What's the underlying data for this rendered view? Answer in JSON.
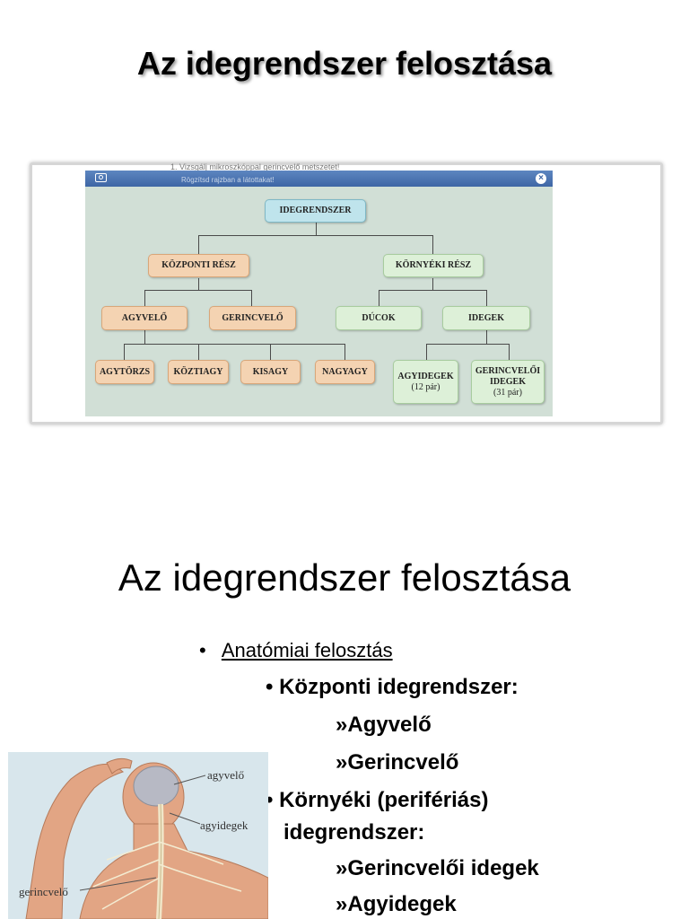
{
  "slide1": {
    "title": "Az idegrendszer felosztása"
  },
  "panel": {
    "faint_line1": "1. Vizsgálj mikroszkóppal gerincvelő metszetet!",
    "faint_line2": "Rögzítsd rajzban a látottakat!",
    "nodes": {
      "root": "IDEGRENDSZER",
      "central": "KÖZPONTI RÉSZ",
      "peripheral": "KÖRNYÉKI RÉSZ",
      "brain": "AGYVELŐ",
      "spinal_cord": "GERINCVELŐ",
      "ganglia": "DÚCOK",
      "nerves": "IDEGEK",
      "brainstem": "AGYTÖRZS",
      "diencephalon": "KÖZTIAGY",
      "cerebellum": "KISAGY",
      "cerebrum": "NAGYAGY",
      "cranial_nerves": "AGYIDEGEK",
      "cranial_nerves_count": "(12 pár)",
      "spinal_nerves_line1": "GERINCVELŐI",
      "spinal_nerves_line2": "IDEGEK",
      "spinal_nerves_count": "(31 pár)"
    },
    "colors": {
      "blue": "#bfe4ec",
      "orange": "#f4d3b2",
      "green": "#ddf0d8",
      "panel_bg": "#d1dfd6"
    }
  },
  "slide2": {
    "title": "Az idegrendszer felosztása",
    "bullet_anatomical": "Anatómiai felosztás",
    "bullet_central": "Központi idegrendszer:",
    "item_brain": "Agyvelő",
    "item_spinal": "Gerincvelő",
    "bullet_peripheral_line1": "Környéki (perifériás)",
    "bullet_peripheral_line2": "idegrendszer:",
    "item_spinal_nerves": "Gerincvelői idegek",
    "item_cranial_nerves": "Agyidegek",
    "bullet_symbol": "•",
    "sub_symbol": "»"
  },
  "illustration": {
    "label_brain": "agyvelő",
    "label_cranial": "agyidegek",
    "label_spinal": "gerincvelő"
  }
}
